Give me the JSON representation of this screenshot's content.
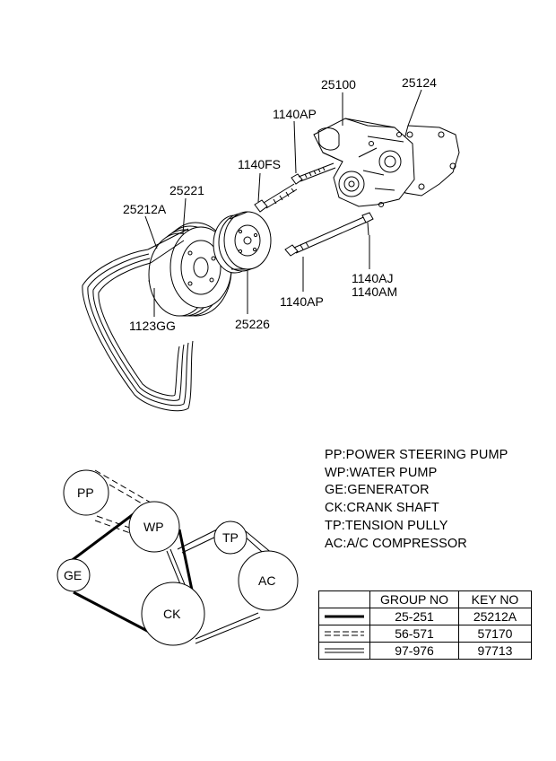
{
  "parts": {
    "p25100": "25100",
    "p25124": "25124",
    "p1140AP_top": "1140AP",
    "p1140FS": "1140FS",
    "p25221": "25221",
    "p25212A": "25212A",
    "p1140AJ": "1140AJ",
    "p1140AM": "1140AM",
    "p1123GG": "1123GG",
    "p25226": "25226",
    "p1140AP_bottom": "1140AP"
  },
  "pulleys": {
    "pp": "PP",
    "wp": "WP",
    "ge": "GE",
    "ck": "CK",
    "tp": "TP",
    "ac": "AC"
  },
  "legend": [
    "PP:POWER STEERING PUMP",
    "WP:WATER PUMP",
    "GE:GENERATOR",
    "CK:CRANK SHAFT",
    "TP:TENSION PULLY",
    "AC:A/C COMPRESSOR"
  ],
  "table": {
    "headers": [
      "GROUP NO",
      "KEY NO"
    ],
    "rows": [
      {
        "line_style": "solid-thick",
        "group": "25-251",
        "key": "25212A"
      },
      {
        "line_style": "dashed-double",
        "group": "56-571",
        "key": "57170"
      },
      {
        "line_style": "double",
        "group": "97-976",
        "key": "97713"
      }
    ]
  }
}
